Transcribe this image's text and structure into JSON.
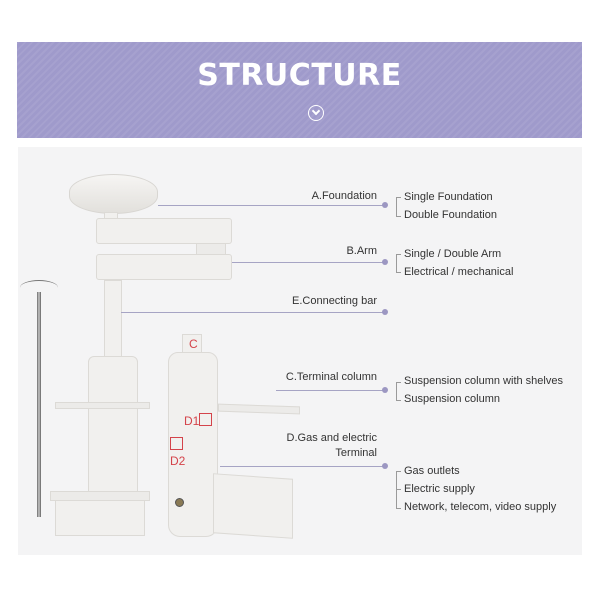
{
  "header": {
    "title": "STRUCTURE",
    "icon": "chevron-down-circle-icon",
    "band_color": "#9f9acb"
  },
  "diagram": {
    "callouts": [
      {
        "id": "A",
        "label": "A.Foundation",
        "options": [
          "Single Foundation",
          "Double Foundation"
        ]
      },
      {
        "id": "B",
        "label": "B.Arm",
        "options": [
          "Single / Double Arm",
          "Electrical / mechanical"
        ]
      },
      {
        "id": "E",
        "label": "E.Connecting bar",
        "options": []
      },
      {
        "id": "C",
        "label": "C.Terminal column",
        "options": [
          "Suspension column with shelves",
          "Suspension column"
        ]
      },
      {
        "id": "D",
        "label_line1": "D.Gas and electric",
        "label_line2": "Terminal",
        "options": [
          "Gas outlets",
          "Electric supply",
          "Network, telecom, video supply"
        ]
      }
    ],
    "image_markers": {
      "c": "C",
      "d1": "D1",
      "d2": "D2"
    },
    "accent_color": "#9c97c2",
    "marker_color": "#d4434a"
  }
}
